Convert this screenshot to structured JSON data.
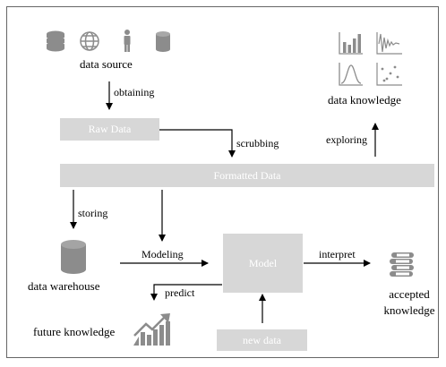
{
  "nodes": {
    "data_source": "data source",
    "raw_data": "Raw Data",
    "formatted_data": "Formatted Data",
    "data_warehouse": "data warehouse",
    "model": "Model",
    "new_data": "new data",
    "future_knowledge": "future knowledge",
    "accepted_knowledge_line1": "accepted",
    "accepted_knowledge_line2": "knowledge",
    "data_knowledge": "data knowledge"
  },
  "edges": {
    "obtaining": "obtaining",
    "scrubbing": "scrubbing",
    "exploring": "exploring",
    "storing": "storing",
    "modeling": "Modeling",
    "predict": "predict",
    "interpret": "interpret"
  },
  "colors": {
    "box_fill": "#d7d7d7",
    "icon_gray": "#8c8c8c",
    "line": "#000000"
  },
  "icons": [
    "database-stack-icon",
    "globe-icon",
    "person-icon",
    "cylinder-icon",
    "bar-chart-icon",
    "damped-wave-icon",
    "bell-curve-icon",
    "scatter-plot-icon",
    "database-icon",
    "trend-up-chart-icon",
    "books-stack-icon"
  ]
}
